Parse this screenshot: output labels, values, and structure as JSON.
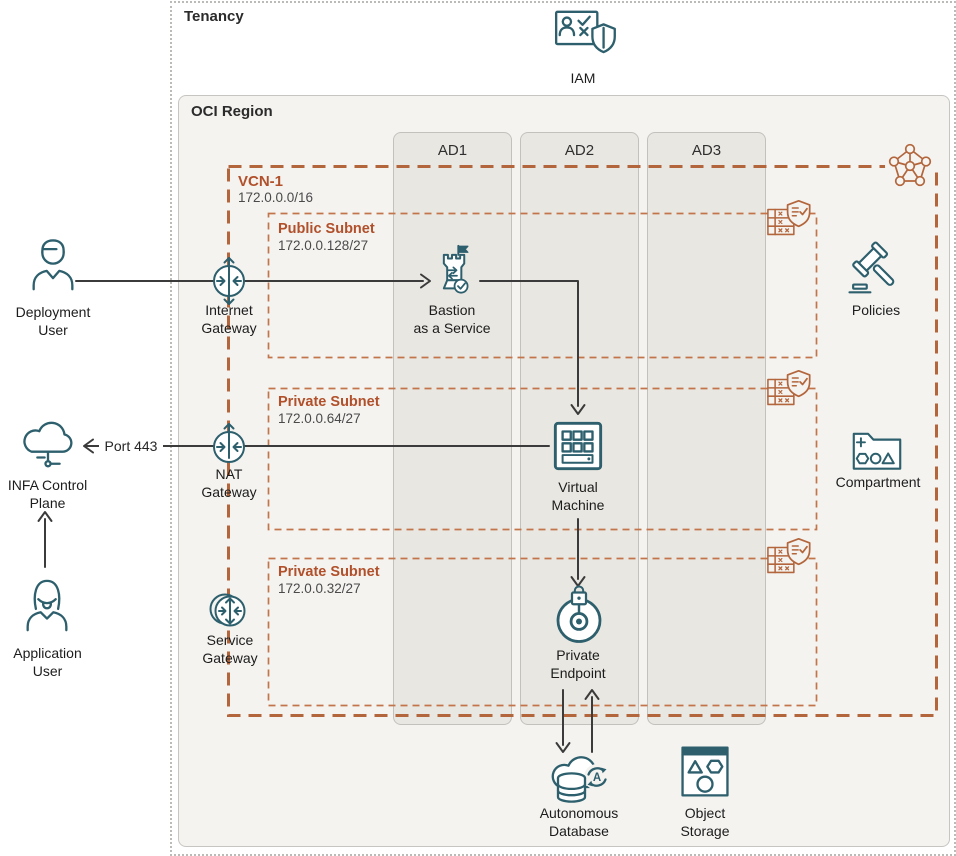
{
  "tenancy": {
    "label": "Tenancy"
  },
  "iam": {
    "label": "IAM"
  },
  "region": {
    "label": "OCI Region"
  },
  "ads": [
    {
      "label": "AD1"
    },
    {
      "label": "AD2"
    },
    {
      "label": "AD3"
    }
  ],
  "vcn": {
    "name": "VCN-1",
    "cidr": "172.0.0.0/16"
  },
  "subnets": [
    {
      "name": "Public Subnet",
      "cidr": "172.0.0.128/27"
    },
    {
      "name": "Private Subnet",
      "cidr": "172.0.0.64/27"
    },
    {
      "name": "Private Subnet",
      "cidr": "172.0.0.32/27"
    }
  ],
  "gateways": {
    "internet": "Internet\nGateway",
    "nat": "NAT\nGateway",
    "service": "Service\nGateway"
  },
  "actors": {
    "deployment_user": "Deployment\nUser",
    "infa_control_plane": "INFA Control\nPlane",
    "application_user": "Application\nUser"
  },
  "nodes": {
    "bastion": "Bastion\nas a Service",
    "virtual_machine": "Virtual\nMachine",
    "private_endpoint": "Private\nEndpoint",
    "autonomous_database": "Autonomous\nDatabase",
    "object_storage": "Object\nStorage",
    "policies": "Policies",
    "compartment": "Compartment"
  },
  "edges": {
    "port_label": "Port 443"
  },
  "colors": {
    "icon_teal": "#2d5f6d",
    "accent_orange": "#b3663c",
    "label_orange": "#b1502a",
    "region_bg": "#f4f3f0",
    "ad_bg": "#e9e7e2"
  }
}
